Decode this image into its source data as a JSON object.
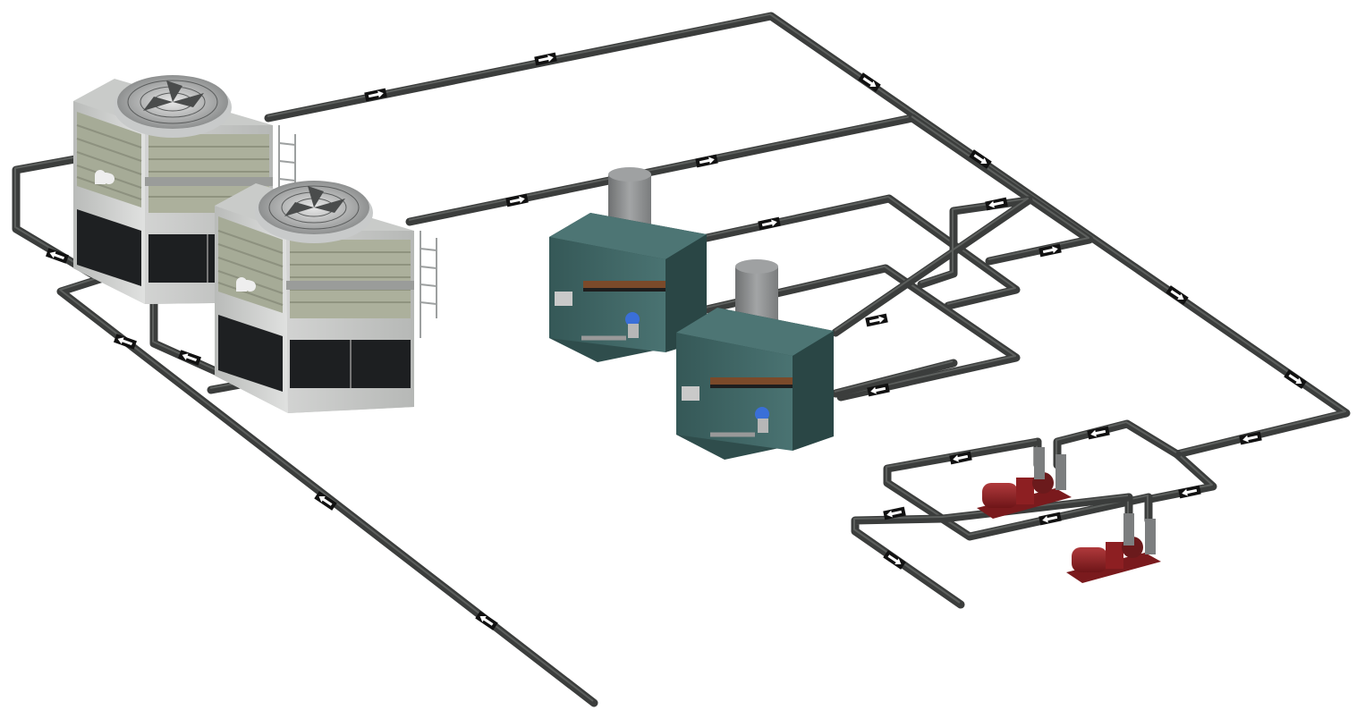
{
  "diagram": {
    "type": "hvac-piping-isometric",
    "components": {
      "cooling_towers": [
        {
          "name": "cooling-tower-1",
          "fan": "axial-fan"
        },
        {
          "name": "cooling-tower-2",
          "fan": "axial-fan"
        }
      ],
      "boilers": [
        {
          "name": "boiler-1",
          "stack": "exhaust-stack"
        },
        {
          "name": "boiler-2",
          "stack": "exhaust-stack"
        }
      ],
      "pumps": [
        {
          "name": "pump-1"
        },
        {
          "name": "pump-2"
        }
      ]
    },
    "icons": {
      "flow_arrow": "flow-arrow-icon",
      "fan": "fan-icon"
    },
    "colors": {
      "pipe": "#3b3d3c",
      "pipe_highlight": "#5c5f5d",
      "arrow_box": "#111111",
      "arrow": "#ffffff",
      "tower_body": "#c3c5c3",
      "tower_louver": "#a9ad98",
      "tower_base": "#202325",
      "boiler_body": "#3f6564",
      "boiler_dark": "#2b4746",
      "stack": "#8a8c8d",
      "pump_red": "#8d1f22",
      "valve_blue": "#3a6fd8"
    }
  }
}
